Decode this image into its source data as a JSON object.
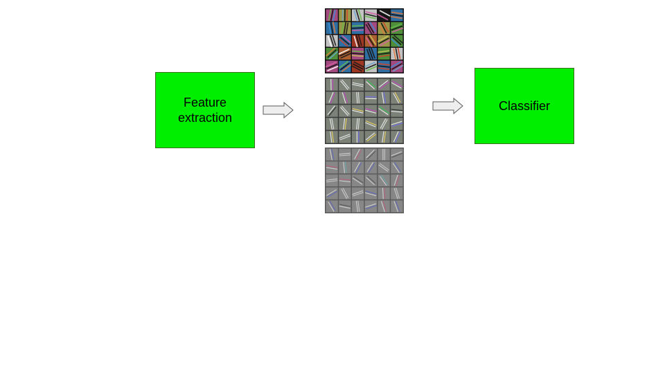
{
  "diagram": {
    "feature_extraction_label": "Feature\nextraction",
    "classifier_label": "Classifier",
    "colors": {
      "box_fill": "#00ee00",
      "box_border": "#3d6b1f",
      "arrow_fill": "#eeeeee",
      "arrow_stroke": "#595959"
    },
    "filter_layers": [
      {
        "name": "layer-1-filters",
        "background": "#111111",
        "cell": "#6f7d83",
        "grid": [
          5,
          6
        ]
      },
      {
        "name": "layer-2-filters",
        "background": "#3a3a3a",
        "cell": "#7d8279",
        "grid": [
          5,
          6
        ]
      },
      {
        "name": "layer-3-filters",
        "background": "#5b5b5b",
        "cell": "#868786",
        "grid": [
          5,
          6
        ]
      }
    ]
  }
}
